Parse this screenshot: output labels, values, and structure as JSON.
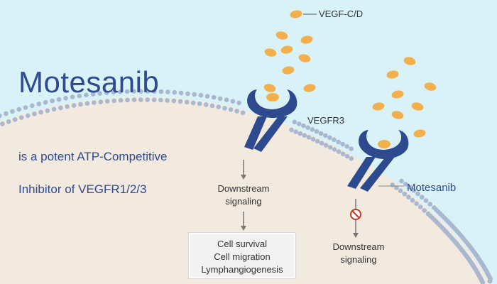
{
  "title": "Motesanib",
  "subtitle_line1": "is a potent ATP-Competitive",
  "subtitle_line2": "Inhibitor of VEGFR1/2/3",
  "ligand_label": "VEGF-C/D",
  "receptor_label": "VEGFR3",
  "drug_label": "Motesanib",
  "downstream_left": [
    "Downstream",
    "signaling"
  ],
  "downstream_right": [
    "Downstream",
    "signaling"
  ],
  "outcomes": [
    "Cell survival",
    "Cell migration",
    "Lymphangiogenesis"
  ],
  "colors": {
    "background": "#d9f2f7",
    "cytoplasm": "#f2e9df",
    "membrane_dots": "#a9b8cf",
    "receptor": "#2e4a8f",
    "ligand": "#f2b04d",
    "title": "#2f4a8f",
    "inhibit": "#c0392b"
  },
  "icons": [
    "down-arrow-icon",
    "inhibition-icon"
  ]
}
